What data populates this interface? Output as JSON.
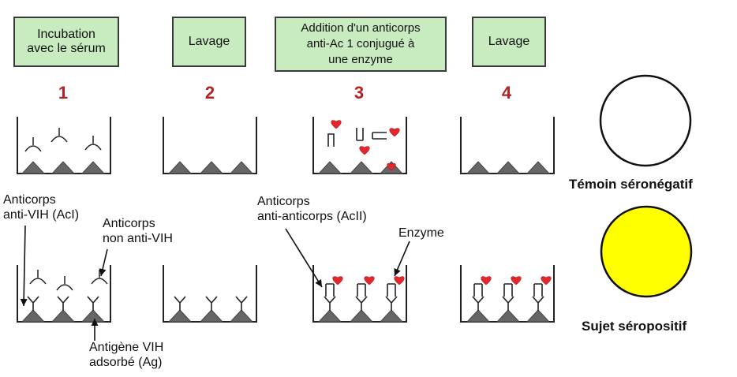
{
  "steps": [
    {
      "text": "Incubation\navec le sérum",
      "number": "1"
    },
    {
      "text": "Lavage",
      "number": "2"
    },
    {
      "text": "Addition  d'un anticorps\nanti-Ac 1 conjugué à\nune enzyme",
      "number": "3"
    },
    {
      "text": "Lavage",
      "number": "4"
    }
  ],
  "labels": {
    "anticorps_anti_vih": "Anticorps\nanti-VIH (AcI)",
    "anticorps_non_anti_vih": "Anticorps\nnon anti-VIH",
    "antigene": "Antigène VIH\nadsorbé (Ag)",
    "anti_anticorps": "Anticorps\nanti-anticorps (AcII)",
    "enzyme": "Enzyme"
  },
  "results": {
    "negative": "Témoin séronégatif",
    "positive": "Sujet séropositif"
  },
  "colors": {
    "box_fill": "#c8ecc0",
    "step_number": "#b22222",
    "antigen": "#666666",
    "enzyme": "#e0282d",
    "positive": "#ffff00",
    "negative": "#ffffff"
  }
}
